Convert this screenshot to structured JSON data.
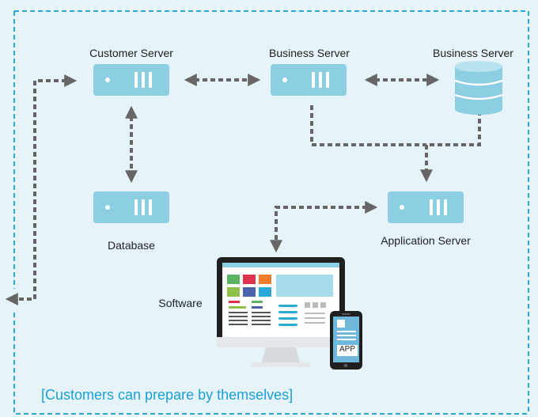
{
  "nodes": {
    "customer_server": "Customer Server",
    "business_server_1": "Business Server",
    "business_server_2": "Business Server",
    "database": "Database",
    "application_server": "Application Server",
    "software": "Software",
    "app_badge": "APP"
  },
  "caption": "[Customers can prepare by themselves]",
  "colors": {
    "background": "#e6f4f9",
    "frame": "#2aa8d8",
    "server": "#8ccfe2",
    "arrow": "#666666",
    "caption": "#1a9fd6"
  },
  "icons": {
    "server": "server-icon",
    "storage": "database-cylinder-icon",
    "monitor": "desktop-monitor-icon",
    "phone": "smartphone-icon"
  }
}
